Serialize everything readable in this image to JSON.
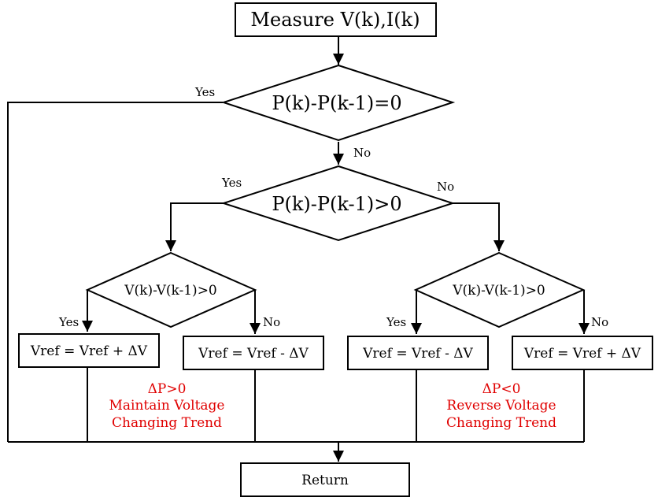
{
  "nodes": {
    "measure": "Measure V(k),I(k)",
    "decision_equal": "P(k)-P(k-1)=0",
    "decision_greater": "P(k)-P(k-1)>0",
    "decision_v_left": "V(k)-V(k-1)>0",
    "decision_v_right": "V(k)-V(k-1)>0",
    "box_ll": "Vref = Vref + ΔV",
    "box_lr": "Vref = Vref - ΔV",
    "box_rl": "Vref = Vref - ΔV",
    "box_rr": "Vref = Vref + ΔV",
    "return": "Return"
  },
  "labels": {
    "yes": "Yes",
    "no": "No"
  },
  "notes": {
    "left": [
      "ΔP>0",
      "Maintain Voltage",
      "Changing Trend"
    ],
    "right": [
      "ΔP<0",
      "Reverse Voltage",
      "Changing Trend"
    ]
  },
  "colors": {
    "line": "#000000",
    "note": "#e00000"
  }
}
